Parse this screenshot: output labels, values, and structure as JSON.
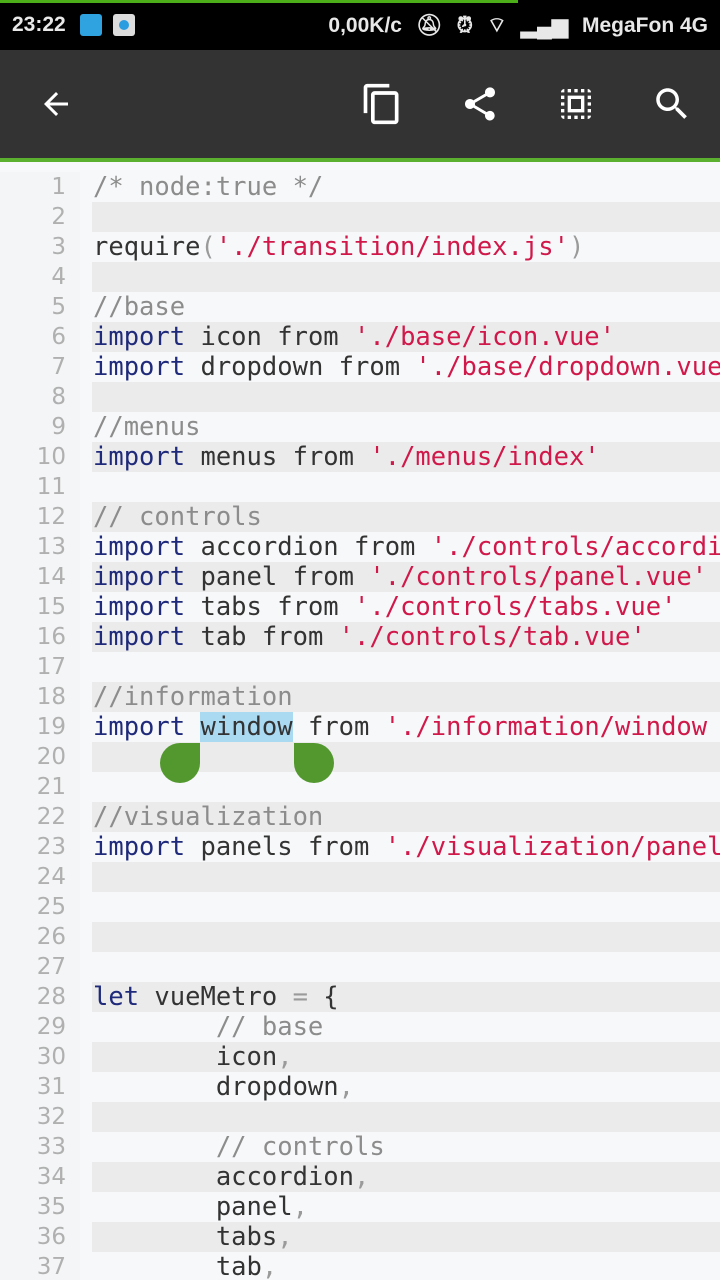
{
  "status_bar": {
    "time": "23:22",
    "net_speed": "0,00K/c",
    "carrier": "MegaFon 4G",
    "icons": [
      "telegram-icon",
      "notification-dot-icon",
      "bell-off-icon",
      "alarm-icon",
      "wifi-icon",
      "signal-icon"
    ]
  },
  "toolbar": {
    "icons": [
      "back-arrow-icon",
      "copy-icon",
      "share-icon",
      "select-all-icon",
      "search-icon"
    ]
  },
  "colors": {
    "accent": "#5cb030",
    "toolbar": "#333333",
    "keyword": "#1f2a7a",
    "string": "#d0184a",
    "comment": "#8c8c8c"
  },
  "code": {
    "lines": [
      [
        [
          "c",
          "/* node:true */"
        ]
      ],
      [],
      [
        [
          "p",
          "require"
        ],
        [
          "o",
          "("
        ],
        [
          "s",
          "'./transition/index.js'"
        ],
        [
          "o",
          ")"
        ]
      ],
      [],
      [
        [
          "c",
          "//base"
        ]
      ],
      [
        [
          "k",
          "import"
        ],
        [
          "p",
          " icon from "
        ],
        [
          "s",
          "'./base/icon.vue'"
        ]
      ],
      [
        [
          "k",
          "import"
        ],
        [
          "p",
          " dropdown from "
        ],
        [
          "s",
          "'./base/dropdown.vue"
        ]
      ],
      [],
      [
        [
          "c",
          "//menus"
        ]
      ],
      [
        [
          "k",
          "import"
        ],
        [
          "p",
          " menus from "
        ],
        [
          "s",
          "'./menus/index'"
        ]
      ],
      [],
      [
        [
          "c",
          "// controls"
        ]
      ],
      [
        [
          "k",
          "import"
        ],
        [
          "p",
          " accordion from "
        ],
        [
          "s",
          "'./controls/accordi"
        ]
      ],
      [
        [
          "k",
          "import"
        ],
        [
          "p",
          " panel from "
        ],
        [
          "s",
          "'./controls/panel.vue'"
        ]
      ],
      [
        [
          "k",
          "import"
        ],
        [
          "p",
          " tabs from "
        ],
        [
          "s",
          "'./controls/tabs.vue'"
        ]
      ],
      [
        [
          "k",
          "import"
        ],
        [
          "p",
          " tab from "
        ],
        [
          "s",
          "'./controls/tab.vue'"
        ]
      ],
      [],
      [
        [
          "c",
          "//information"
        ]
      ],
      [
        [
          "k",
          "import"
        ],
        [
          "p",
          " "
        ],
        [
          "sel",
          "window"
        ],
        [
          "p",
          " from "
        ],
        [
          "s",
          "'./information/window"
        ]
      ],
      [],
      [],
      [
        [
          "c",
          "//visualization"
        ]
      ],
      [
        [
          "k",
          "import"
        ],
        [
          "p",
          " panels from "
        ],
        [
          "s",
          "'./visualization/panel"
        ]
      ],
      [],
      [],
      [],
      [],
      [
        [
          "k",
          "let"
        ],
        [
          "p",
          " vueMetro "
        ],
        [
          "o",
          "="
        ],
        [
          "p",
          " {"
        ]
      ],
      [
        [
          "c",
          "        // base"
        ]
      ],
      [
        [
          "p",
          "        icon"
        ],
        [
          "o",
          ","
        ]
      ],
      [
        [
          "p",
          "        dropdown"
        ],
        [
          "o",
          ","
        ]
      ],
      [],
      [
        [
          "c",
          "        // controls"
        ]
      ],
      [
        [
          "p",
          "        accordion"
        ],
        [
          "o",
          ","
        ]
      ],
      [
        [
          "p",
          "        panel"
        ],
        [
          "o",
          ","
        ]
      ],
      [
        [
          "p",
          "        tabs"
        ],
        [
          "o",
          ","
        ]
      ],
      [
        [
          "p",
          "        tab"
        ],
        [
          "o",
          ","
        ]
      ]
    ]
  }
}
